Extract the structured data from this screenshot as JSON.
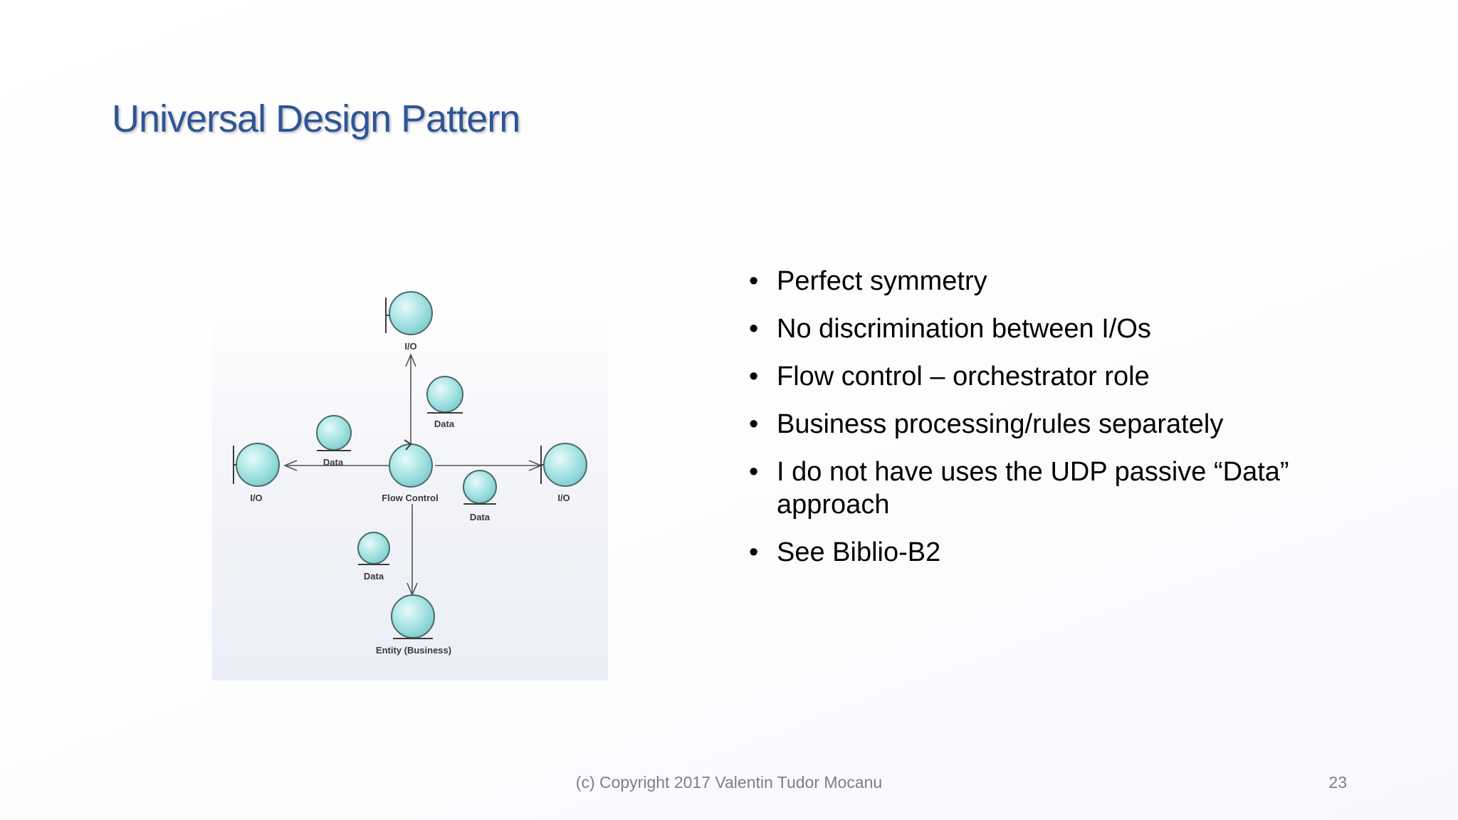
{
  "slide": {
    "title": "Universal Design Pattern",
    "bullets": [
      "Perfect symmetry",
      "No discrimination between I/Os",
      "Flow control – orchestrator role",
      "Business processing/rules separately",
      "I do not have uses the UDP passive “Data” approach",
      "See Biblio-B2"
    ],
    "footer": "(c) Copyright 2017 Valentin Tudor Mocanu",
    "page_number": "23"
  },
  "diagram": {
    "nodes": {
      "io_top": {
        "label": "I/O",
        "type": "boundary"
      },
      "io_left": {
        "label": "I/O",
        "type": "boundary"
      },
      "io_right": {
        "label": "I/O",
        "type": "boundary"
      },
      "flow_control": {
        "label": "Flow Control",
        "type": "control"
      },
      "entity_business": {
        "label": "Entity (Business)",
        "type": "entity"
      },
      "data_1": {
        "label": "Data",
        "type": "entity"
      },
      "data_2": {
        "label": "Data",
        "type": "entity"
      },
      "data_3": {
        "label": "Data",
        "type": "entity"
      },
      "data_4": {
        "label": "Data",
        "type": "entity"
      }
    },
    "edges": [
      {
        "from": "flow_control",
        "to": "io_top"
      },
      {
        "from": "flow_control",
        "to": "io_left"
      },
      {
        "from": "flow_control",
        "to": "io_right"
      },
      {
        "from": "flow_control",
        "to": "entity_business"
      }
    ],
    "colors": {
      "node_fill": "#9fe0e0",
      "node_fill_light": "#d6f5f5",
      "node_stroke": "#4a6a6a",
      "line": "#555555"
    }
  }
}
